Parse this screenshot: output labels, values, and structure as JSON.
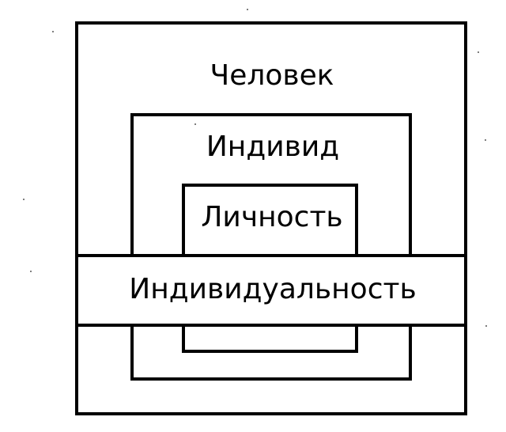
{
  "diagram": {
    "person_label": "Человек",
    "individual_label": "Индивид",
    "personality_label": "Личность",
    "individuality_label": "Индивидуальность"
  }
}
